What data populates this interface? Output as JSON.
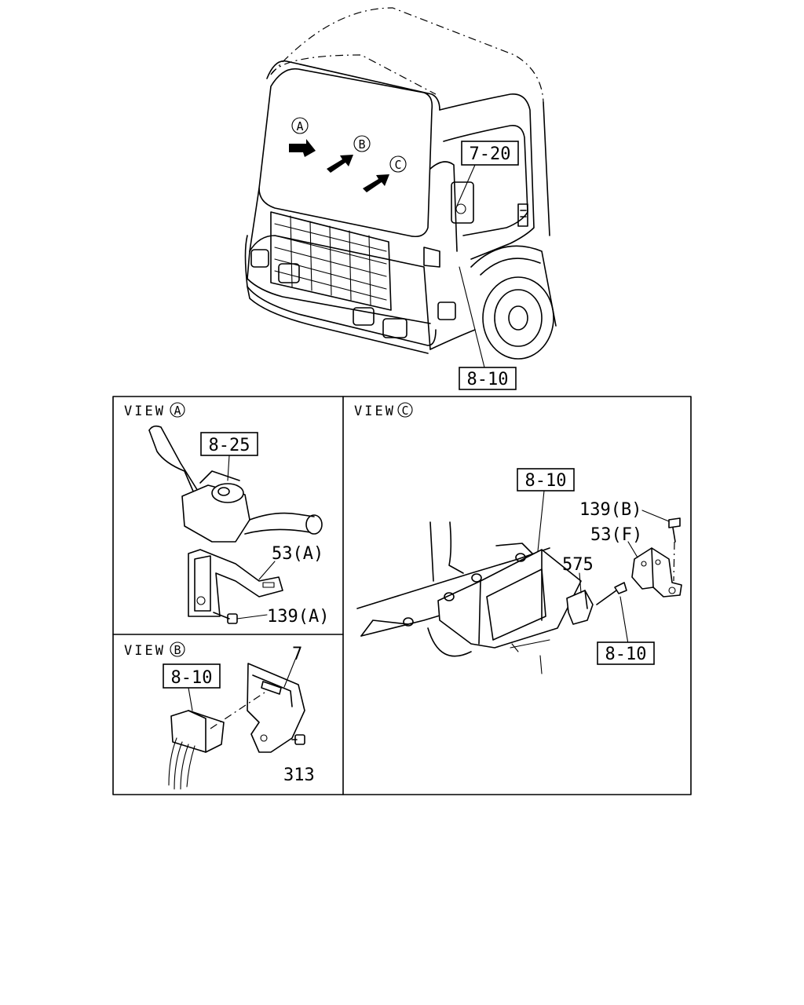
{
  "truck": {
    "view_markers": [
      "A",
      "B",
      "C"
    ],
    "callout_mirror": "7-20",
    "callout_body": "8-10"
  },
  "panel_a": {
    "title": "VIEW",
    "letter": "A",
    "callout_switch": "8-25",
    "label_bracket": "53(A)",
    "label_bolt": "139(A)"
  },
  "panel_b": {
    "title": "VIEW",
    "letter": "B",
    "callout_connector": "8-10",
    "label_bracket": "7",
    "label_bolt": "313"
  },
  "panel_c": {
    "title": "VIEW",
    "letter": "C",
    "callout_unit": "8-10",
    "label_bolt": "139(B)",
    "label_bracket": "53(F)",
    "label_clip": "575",
    "callout_screw": "8-10"
  }
}
